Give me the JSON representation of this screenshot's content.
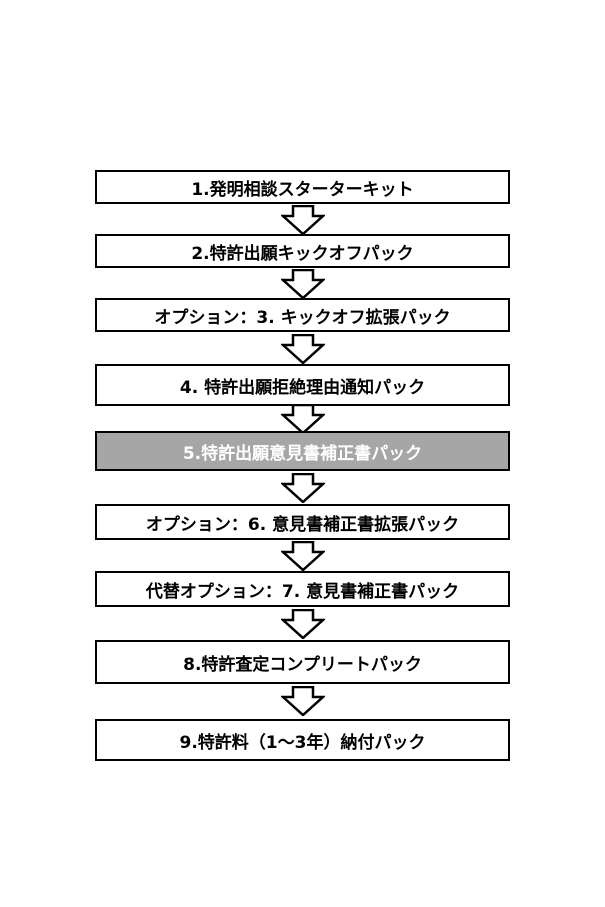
{
  "steps": [
    {
      "label": "1.発明相談スターターキット",
      "highlighted": false
    },
    {
      "label": "2.特許出願キックオフパック",
      "highlighted": false
    },
    {
      "label": "オプション：3. キックオフ拡張パック",
      "highlighted": false
    },
    {
      "label": "4. 特許出願拒絶理由通知パック",
      "highlighted": false
    },
    {
      "label": "5.特許出願意見書補正書パック",
      "highlighted": true
    },
    {
      "label": "オプション：6. 意見書補正書拡張パック",
      "highlighted": false
    },
    {
      "label": "代替オプション：7. 意見書補正書パック",
      "highlighted": false
    },
    {
      "label": "8.特許査定コンプリートパック",
      "highlighted": false
    },
    {
      "label": "9.特許料（1～3年）納付パック",
      "highlighted": false
    }
  ],
  "colors": {
    "border": "#000000",
    "box_fill": "#ffffff",
    "highlight_fill": "#a6a6a6",
    "highlight_text": "#ffffff"
  },
  "icons": {
    "connector": "down-arrow-outline-icon"
  }
}
